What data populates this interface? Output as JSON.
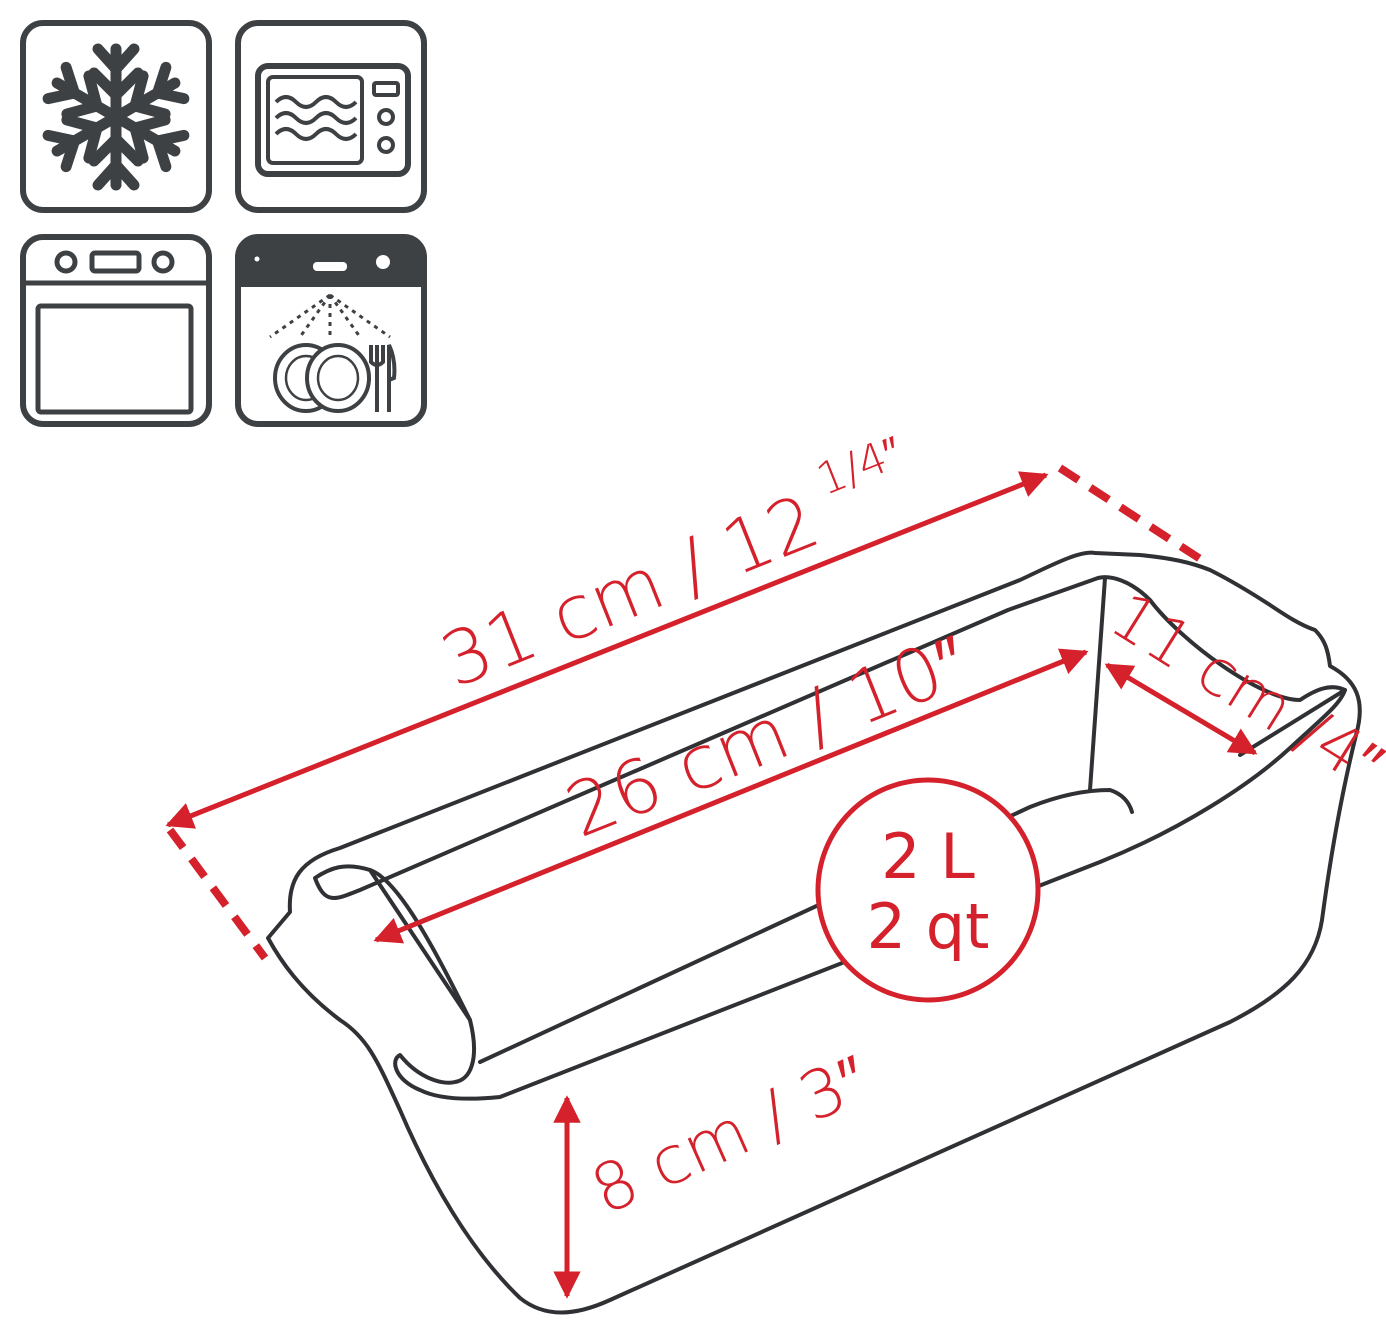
{
  "colors": {
    "accent": "#d4212b",
    "icon_stroke": "#3e4144",
    "dish_stroke": "#2f3134",
    "background": "#ffffff"
  },
  "icons": [
    {
      "name": "snowflake-icon",
      "meaning": "freezer safe"
    },
    {
      "name": "microwave-icon",
      "meaning": "microwave safe"
    },
    {
      "name": "oven-icon",
      "meaning": "oven safe"
    },
    {
      "name": "dishwasher-icon",
      "meaning": "dishwasher safe"
    }
  ],
  "dimensions": {
    "outer_length": {
      "main": "31 cm / 12",
      "fraction": "1/4″"
    },
    "inner_length": "26 cm / 10″",
    "width": "11 cm /4″",
    "height": "8 cm / 3″"
  },
  "capacity": {
    "liters": "2 L",
    "quarts": "2 qt"
  }
}
